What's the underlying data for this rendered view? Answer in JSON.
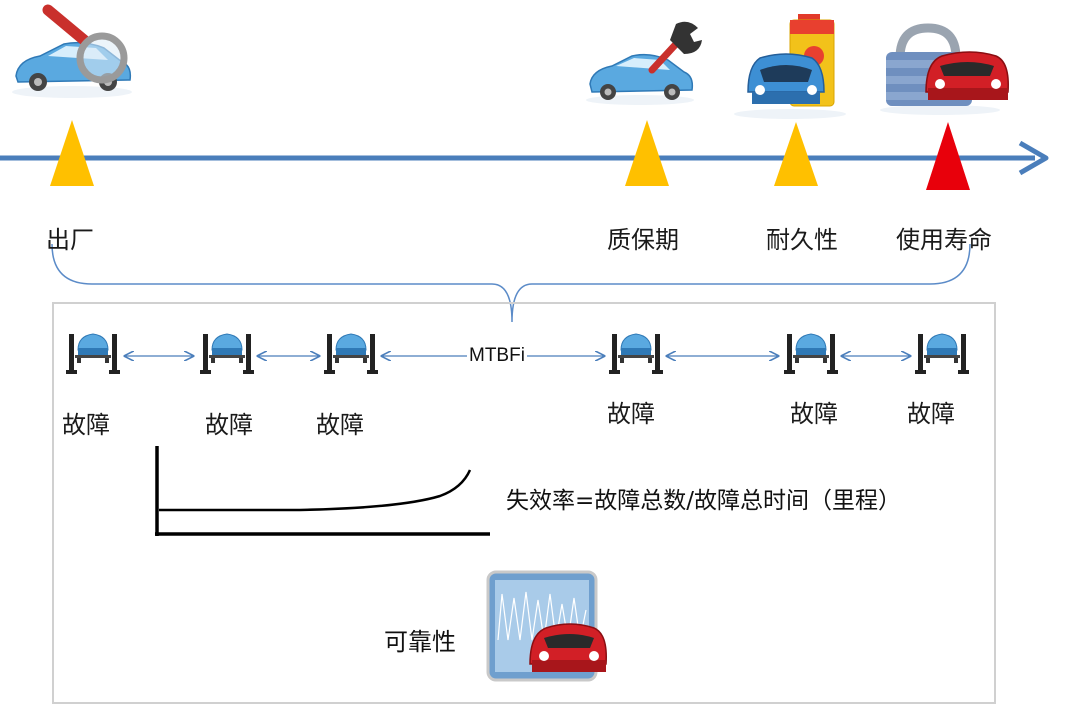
{
  "timeline": {
    "milestones": [
      {
        "label": "出厂",
        "marker_color": "#FFC000"
      },
      {
        "label": "质保期",
        "marker_color": "#FFC000"
      },
      {
        "label": "耐久性",
        "marker_color": "#FFC000"
      },
      {
        "label": "使用寿命",
        "marker_color": "#E8000B"
      }
    ],
    "axis_color": "#4A7EBB"
  },
  "panel": {
    "interval_label": "MTBFi",
    "failure_labels": [
      "故障",
      "故障",
      "故障",
      "故障",
      "故障",
      "故障"
    ],
    "formula": "失效率=故障总数/故障总时间（里程）",
    "reliability_label": "可靠性"
  },
  "icons": {
    "inspection": "car-magnifier-icon",
    "warranty": "car-wrench-icon",
    "durability": "car-battery-icon",
    "lifespan": "car-padlock-icon",
    "failure": "car-lift-icon",
    "reliability": "car-chart-icon"
  }
}
